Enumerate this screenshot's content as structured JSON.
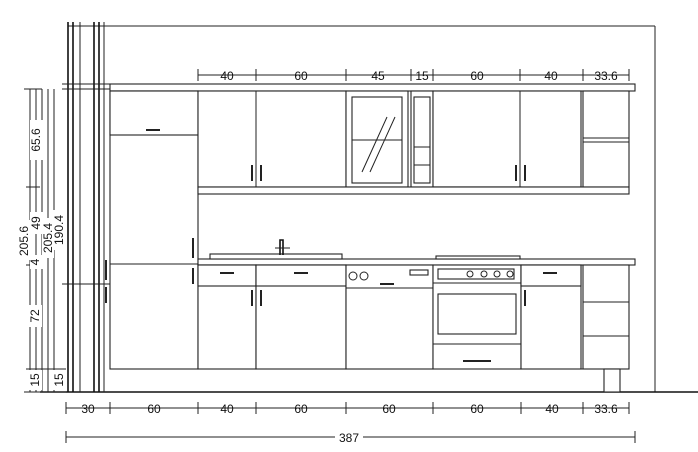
{
  "dimensions": {
    "top": [
      "40",
      "60",
      "45",
      "15",
      "60",
      "40",
      "33.6"
    ],
    "bottom": [
      "30",
      "60",
      "40",
      "60",
      "60",
      "60",
      "40",
      "33.6"
    ],
    "total": "387",
    "vertical": {
      "upper": "65.6",
      "total_a": "205.6",
      "mid_a": "4",
      "mid_b": "49",
      "total_b": "205.4",
      "total_c": "190.4",
      "base": "72",
      "plinth_a": "15",
      "plinth_b": "15"
    }
  },
  "colors": {
    "line": "#222222",
    "background": "#ffffff"
  }
}
